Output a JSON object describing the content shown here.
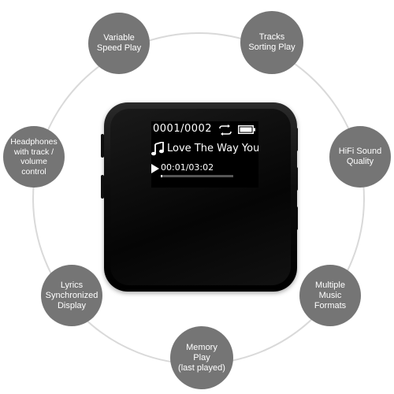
{
  "features": {
    "speed": "Variable\nSpeed Play",
    "tracks": "Tracks\nSorting Play",
    "headphones": "Headphones\nwith track /\nvolume control",
    "hifi": "HiFi Sound\nQuality",
    "lyrics": "Lyrics\nSynchronized\nDisplay",
    "formats": "Multiple Music\nFormats",
    "memory": "Memory Play\n(last played)"
  },
  "screen": {
    "track_counter": "0001/0002",
    "song_title": "Love The Way You l",
    "time": "00:01/03:02",
    "progress": 0.005
  },
  "colors": {
    "bubble": "#757575",
    "ring": "#d9d9d9",
    "screen_bg": "#000000",
    "screen_text": "#ffffff"
  },
  "icons": [
    "repeat-icon",
    "battery-icon",
    "music-note-icon",
    "play-icon"
  ]
}
